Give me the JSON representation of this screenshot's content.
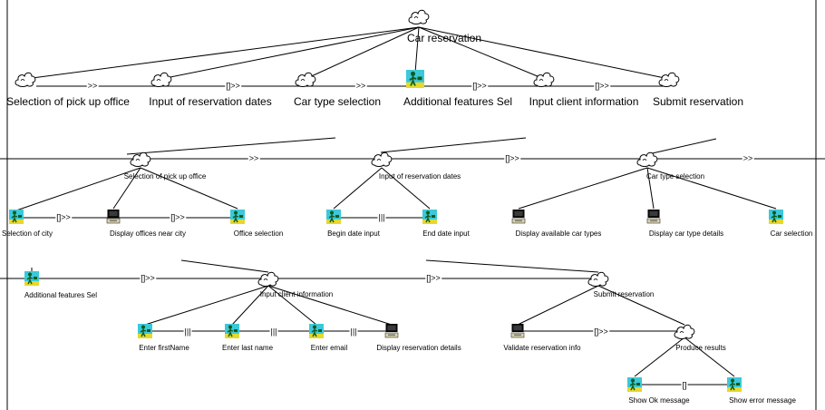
{
  "diagram": {
    "root": "Car reservation",
    "level1": [
      "Selection of pick up office",
      "Input of  reservation dates",
      "Car type selection",
      "Additional features Sel",
      "Input client information",
      "Submit reservation"
    ],
    "level1_ops": [
      ">>",
      "[]>>",
      ">>",
      "[]>>",
      "[]>>"
    ],
    "row2_heads": [
      "Selection of pick up office",
      "Input of  reservation dates",
      "Car type selection"
    ],
    "row2_head_ops": [
      ">>",
      "[]>>",
      ">>"
    ],
    "pickup": [
      "Selection of city",
      "Display offices near city",
      "Office selection"
    ],
    "pickup_ops": [
      "[]>>",
      "[]>>"
    ],
    "dates": [
      "Begin date input",
      "End date input"
    ],
    "dates_ops": [
      "|||"
    ],
    "cartype": [
      "Display available car types",
      "Display car type details",
      "Car selection"
    ],
    "row3_left": "Additional features Sel",
    "row3_heads": [
      "Input client information",
      "Submit reservation"
    ],
    "row3_ops": [
      "[]>>",
      "[]>>"
    ],
    "client": [
      "Enter firstName",
      "Enter last name",
      "Enter email",
      "Display reservation details"
    ],
    "client_ops": [
      "|||",
      "|||",
      "|||"
    ],
    "submit": [
      "Validate reservation info",
      "Produce results"
    ],
    "submit_ops": [
      "[]>>"
    ],
    "results": [
      "Show Ok message",
      "Show error message"
    ],
    "results_ops": [
      "[]"
    ]
  },
  "icons": {
    "abstract": "cloud-icon",
    "interaction": "user-icon",
    "application": "computer-icon"
  },
  "colors": {
    "line": "#000000",
    "user_background": "#3cc8d8",
    "user_figure": "#0f5a1e",
    "user_floor": "#e6d82e"
  }
}
